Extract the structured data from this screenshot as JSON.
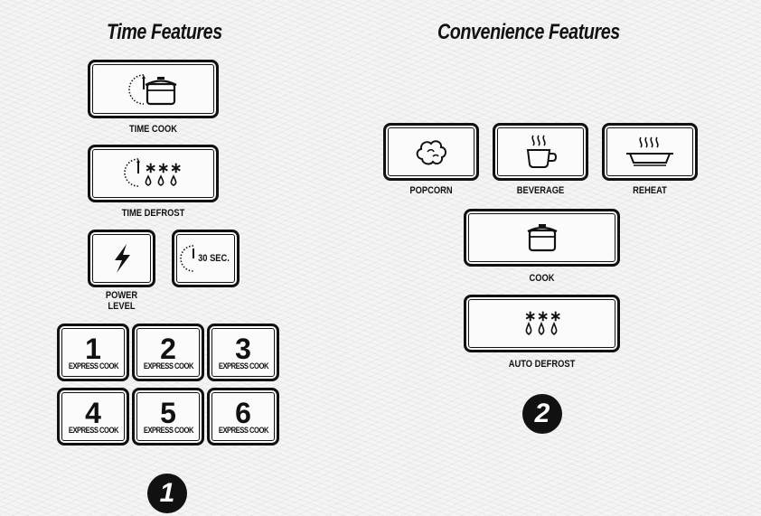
{
  "time_features": {
    "title": "Time Features",
    "time_cook": {
      "label": "TIME COOK",
      "icon": "timer-pot-icon"
    },
    "time_defrost": {
      "label": "TIME DEFROST",
      "icon": "timer-defrost-icon"
    },
    "power_level": {
      "label_line1": "POWER",
      "label_line2": "LEVEL",
      "icon": "lightning-icon"
    },
    "add_30_sec": {
      "text": "30 SEC.",
      "icon": "timer-icon"
    },
    "express_cook": [
      {
        "digit": "1",
        "label": "EXPRESS COOK"
      },
      {
        "digit": "2",
        "label": "EXPRESS COOK"
      },
      {
        "digit": "3",
        "label": "EXPRESS COOK"
      },
      {
        "digit": "4",
        "label": "EXPRESS COOK"
      },
      {
        "digit": "5",
        "label": "EXPRESS COOK"
      },
      {
        "digit": "6",
        "label": "EXPRESS COOK"
      }
    ],
    "badge": "1"
  },
  "convenience_features": {
    "title": "Convenience Features",
    "popcorn": {
      "label": "POPCORN",
      "icon": "popcorn-icon"
    },
    "beverage": {
      "label": "BEVERAGE",
      "icon": "steaming-cup-icon"
    },
    "reheat": {
      "label": "REHEAT",
      "icon": "steaming-dish-icon"
    },
    "cook": {
      "label": "COOK",
      "icon": "pot-icon"
    },
    "auto_defrost": {
      "label": "AUTO DEFROST",
      "icon": "defrost-icon"
    },
    "badge": "2"
  },
  "colors": {
    "ink": "#111111",
    "background": "#f4f4f4"
  }
}
